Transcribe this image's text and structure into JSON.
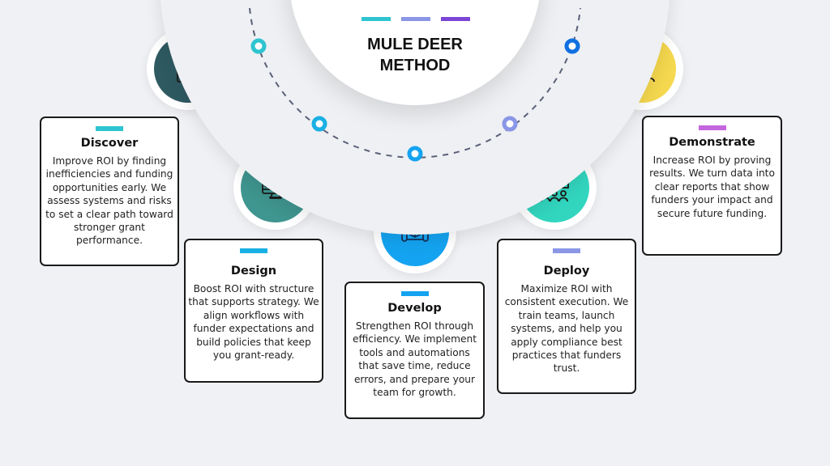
{
  "title": "MULE DEER\nMETHOD",
  "title_lines": [
    "MULE DEER",
    "METHOD"
  ],
  "header_bars": [
    "#2ec4d0",
    "#8a96e6",
    "#7b45d6"
  ],
  "steps": [
    {
      "name": "Discover",
      "icon": "strategy-clipboard-icon",
      "color": "#2f5a62",
      "accent": "#2ec4d0",
      "marker": "#2ec4d0",
      "text": "Improve ROI by finding inefficiencies and funding opportunities early. We assess systems and risks to set a clear path toward stronger grant performance."
    },
    {
      "name": "Design",
      "icon": "analytics-monitor-icon",
      "color": "#3f958f",
      "accent": "#1ab0e4",
      "marker": "#1ab0e4",
      "text": "Boost ROI with structure that supports strategy. We align workflows with funder expectations and build policies that keep you grant-ready."
    },
    {
      "name": "Develop",
      "icon": "blueprint-icon",
      "color": "#14a3f0",
      "accent": "#14a3f0",
      "marker": "#14a3f0",
      "text": "Strengthen ROI through efficiency. We implement tools and automations that save time, reduce errors, and prepare your team for growth."
    },
    {
      "name": "Deploy",
      "icon": "training-presentation-icon",
      "color": "#32d6bf",
      "accent": "#8a96e6",
      "marker": "#8a96e6",
      "text": "Maximize ROI with consistent execution. We train teams, launch systems, and help you apply compliance best practices that funders trust."
    },
    {
      "name": "Demonstrate",
      "icon": "team-gear-icon",
      "color": "#f5d84f",
      "accent": "#c466de",
      "marker": "#1170e0",
      "text": "Increase ROI by proving results. We turn data into clear reports that show funders your impact and secure future funding."
    }
  ]
}
